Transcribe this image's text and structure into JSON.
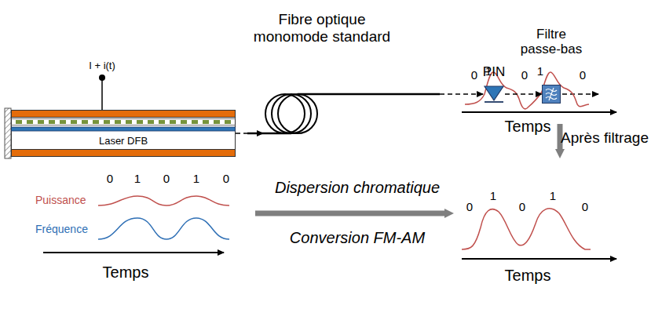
{
  "diagram": {
    "nodes": [
      {
        "text": [
          "Laser DFB"
        ]
      },
      {
        "text": [
          "Fibre optique monomode standard"
        ]
      },
      {
        "text": [
          "PIN"
        ]
      },
      {
        "text": [
          "Filtre passe-bas"
        ]
      }
    ],
    "edges": [
      {
        "from": 0,
        "to": 1,
        "arrow": "to"
      },
      {
        "from": 1,
        "to": 2,
        "arrow": "to"
      },
      {
        "from": 2,
        "to": 3,
        "arrow": "to"
      }
    ],
    "labels": [
      "I + i(t)",
      "0",
      "1",
      "0",
      "1",
      "0",
      "Puissance",
      "Fréquence",
      "Temps",
      "Dispersion chromatique",
      "Conversion FM-AM",
      "0",
      "1",
      "0",
      "1",
      "0",
      "Temps",
      "Après filtrage",
      "0",
      "1",
      "0",
      "1",
      "0",
      "Temps"
    ]
  }
}
